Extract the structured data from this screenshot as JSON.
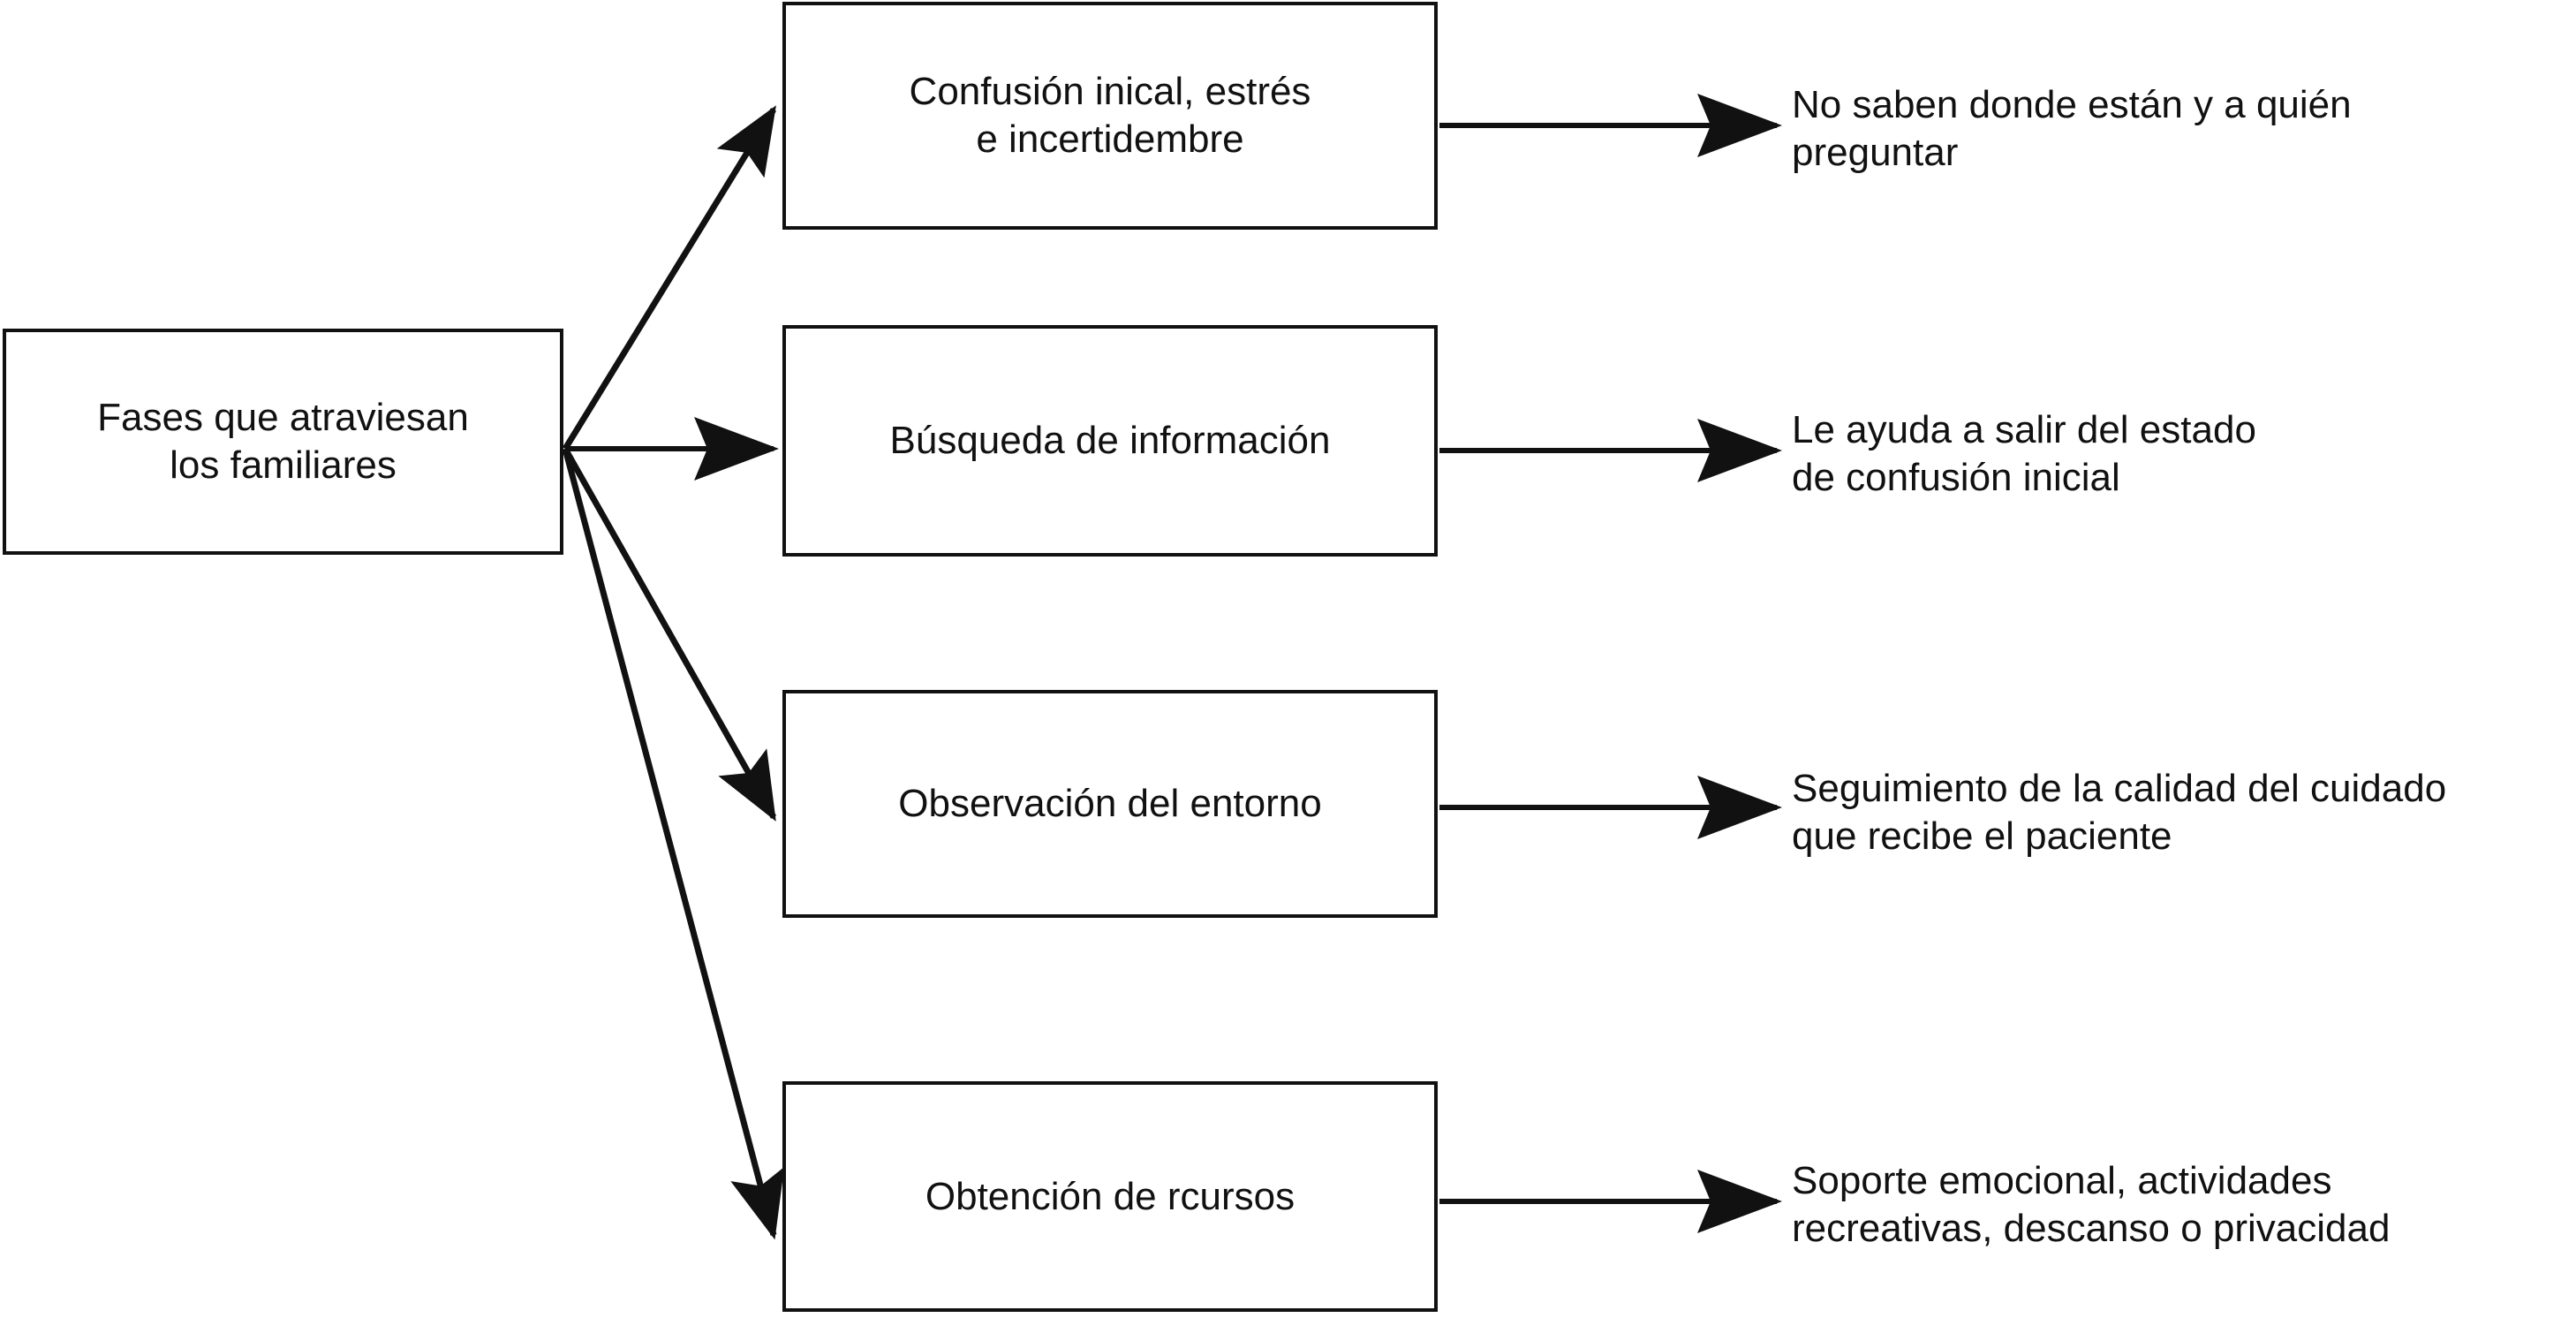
{
  "diagram": {
    "type": "flow-diagram",
    "orientation": "left-to-right",
    "language": "es",
    "stroke_color": "#111111",
    "background_color": "#ffffff",
    "root": {
      "label": "Fases que atraviesan\nlos familiares"
    },
    "phases": [
      {
        "id": "phase-1",
        "label": "Confusión inical, estrés\ne incertidembre",
        "outcome": "No saben donde están y a quién\npreguntar"
      },
      {
        "id": "phase-2",
        "label": "Búsqueda de información",
        "outcome": "Le ayuda a salir del estado\nde confusión inicial"
      },
      {
        "id": "phase-3",
        "label": "Observación del entorno",
        "outcome": "Seguimiento de la calidad del cuidado\nque recibe el paciente"
      },
      {
        "id": "phase-4",
        "label": "Obtención de rcursos",
        "outcome": "Soporte emocional, actividades\nrecreativas, descanso o privacidad"
      }
    ]
  }
}
